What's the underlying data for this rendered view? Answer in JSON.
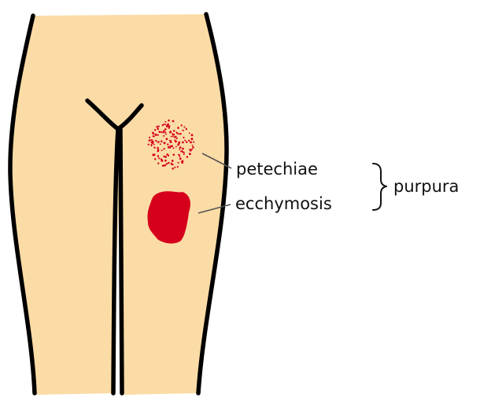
{
  "diagram": {
    "labels": {
      "petechiae": "petechiae",
      "ecchymosis": "ecchymosis",
      "purpura": "purpura"
    },
    "colors": {
      "background": "#ffffff",
      "skin": "#fbdca6",
      "outline": "#000000",
      "lesion": "#d6001c",
      "leader_line": "#555555",
      "text": "#111111"
    }
  }
}
